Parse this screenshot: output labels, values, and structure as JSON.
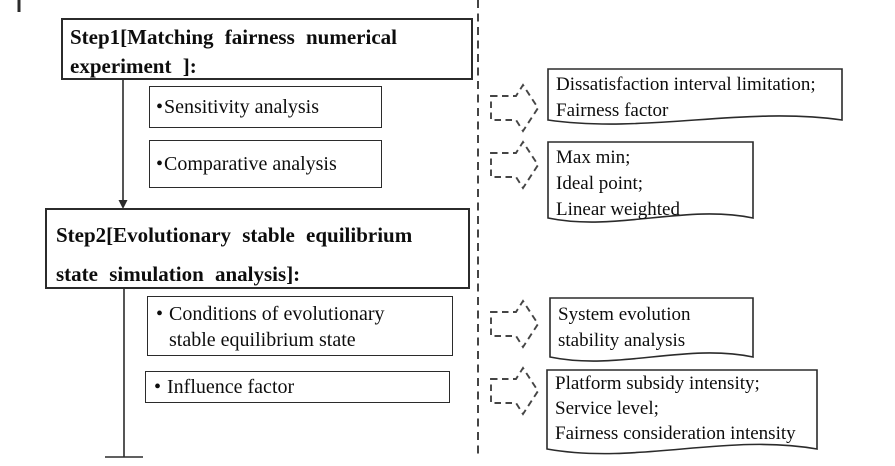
{
  "diagram": {
    "colors": {
      "line": "#2b2b2b",
      "dashed": "#454545",
      "text": "#0d0d0d",
      "background": "#ffffff"
    },
    "step1": {
      "title_lines": [
        "Step1[Matching fairness numerical",
        "experiment ]:"
      ],
      "items": [
        {
          "bullet": "•",
          "lines": [
            "Sensitivity analysis"
          ]
        },
        {
          "bullet": "•",
          "lines": [
            "Comparative analysis"
          ]
        }
      ]
    },
    "step2": {
      "title_lines": [
        "Step2[Evolutionary stable equilibrium",
        "state simulation analysis]:"
      ],
      "items": [
        {
          "bullet": "•",
          "lines": [
            "Conditions of evolutionary",
            "stable equilibrium state"
          ]
        },
        {
          "bullet": "•",
          "lines": [
            "Influence factor"
          ]
        }
      ]
    },
    "notes": [
      {
        "lines": [
          "Dissatisfaction interval limitation;",
          "Fairness factor"
        ]
      },
      {
        "lines": [
          "Max min;",
          "Ideal point;",
          "Linear weighted"
        ]
      },
      {
        "lines": [
          "System evolution",
          "stability analysis"
        ]
      },
      {
        "lines": [
          "Platform subsidy intensity;",
          "Service level;",
          "Fairness consideration intensity"
        ]
      }
    ]
  }
}
